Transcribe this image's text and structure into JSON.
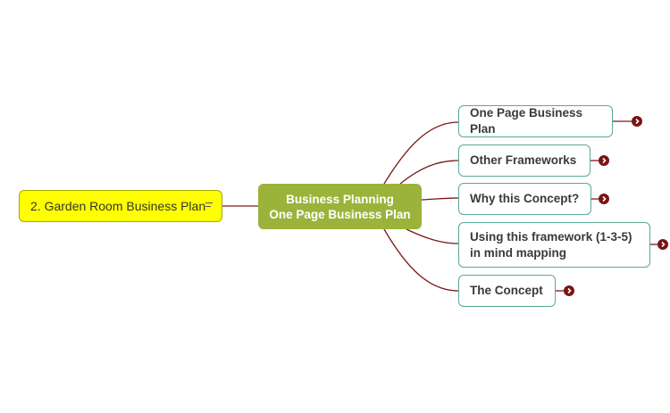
{
  "left_topic": {
    "label": "2. Garden Room Business Plan",
    "has_note": true
  },
  "central_topic": {
    "line1": "Business Planning",
    "line2": "One Page Business Plan"
  },
  "subtopics": [
    {
      "label": "One Page Business Plan",
      "collapsed": true
    },
    {
      "label": "Other Frameworks",
      "collapsed": true
    },
    {
      "label": "Why this Concept?",
      "collapsed": true
    },
    {
      "label_line1": "Using this framework (1-3-5)",
      "label_line2": "in mind mapping",
      "collapsed": true
    },
    {
      "label": "The Concept",
      "collapsed": true
    }
  ],
  "colors": {
    "connector": "#7a1a1a",
    "left_fill": "#ffff00",
    "central_fill": "#9cb33b",
    "child_border": "#5aa898",
    "expand_button": "#7a1414"
  }
}
